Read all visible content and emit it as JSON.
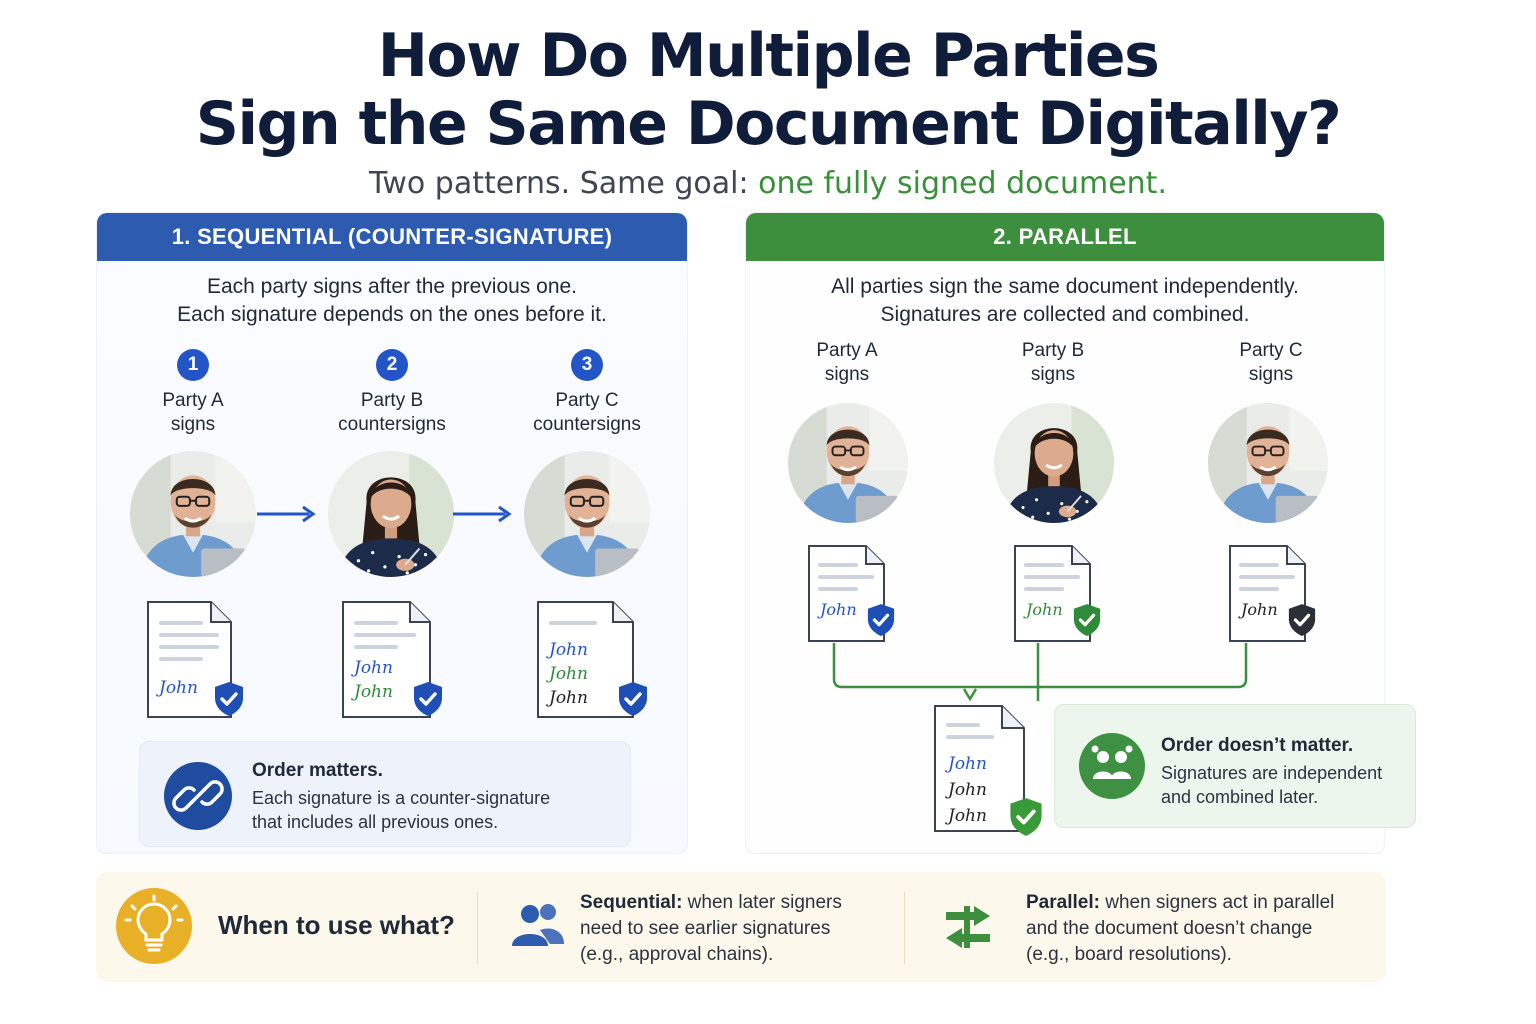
{
  "title_line1": "How Do Multiple Parties",
  "title_line2": "Sign the Same Document Digitally?",
  "subtitle_plain": "Two patterns. Same goal: ",
  "subtitle_highlight": "one fully signed document.",
  "colors": {
    "blue": "#2d5bb0",
    "green": "#3d8f3d",
    "yellow": "#e8b027",
    "navy": "#0f1d3a"
  },
  "sequential": {
    "header": "1. SEQUENTIAL (COUNTER-SIGNATURE)",
    "desc_line1": "Each party signs after the previous one.",
    "desc_line2": "Each signature depends on the ones before it.",
    "steps": [
      {
        "num": "1",
        "party": "Party A",
        "action": "signs",
        "signature": "John"
      },
      {
        "num": "2",
        "party": "Party B",
        "action": "countersigns",
        "signature": "John"
      },
      {
        "num": "3",
        "party": "Party C",
        "action": "countersigns",
        "signature": "John"
      }
    ],
    "note_title": "Order matters.",
    "note_line1": "Each signature is a counter-signature",
    "note_line2": "that includes all previous ones.",
    "note_icon": "link-icon"
  },
  "parallel": {
    "header": "2. PARALLEL",
    "desc_line1": "All parties sign the same document independently.",
    "desc_line2": "Signatures are collected and combined.",
    "parties": [
      {
        "party": "Party A",
        "action": "signs"
      },
      {
        "party": "Party B",
        "action": "signs"
      },
      {
        "party": "Party C",
        "action": "signs"
      }
    ],
    "note_title": "Order doesn’t matter.",
    "note_line1": "Signatures are independent",
    "note_line2": "and combined later.",
    "note_icon": "network-icon"
  },
  "bottom": {
    "title": "When to use what?",
    "sequential_label": "Sequential:",
    "sequential_line1": " when later signers",
    "sequential_line2": "need to see earlier signatures",
    "sequential_line3": "(e.g., approval chains).",
    "parallel_label": "Parallel:",
    "parallel_line1": " when signers act in parallel",
    "parallel_line2": "and the document doesn’t change",
    "parallel_line3": "(e.g., board resolutions).",
    "icons": [
      "lightbulb-icon",
      "users-icon",
      "arrows-swap-icon"
    ]
  }
}
